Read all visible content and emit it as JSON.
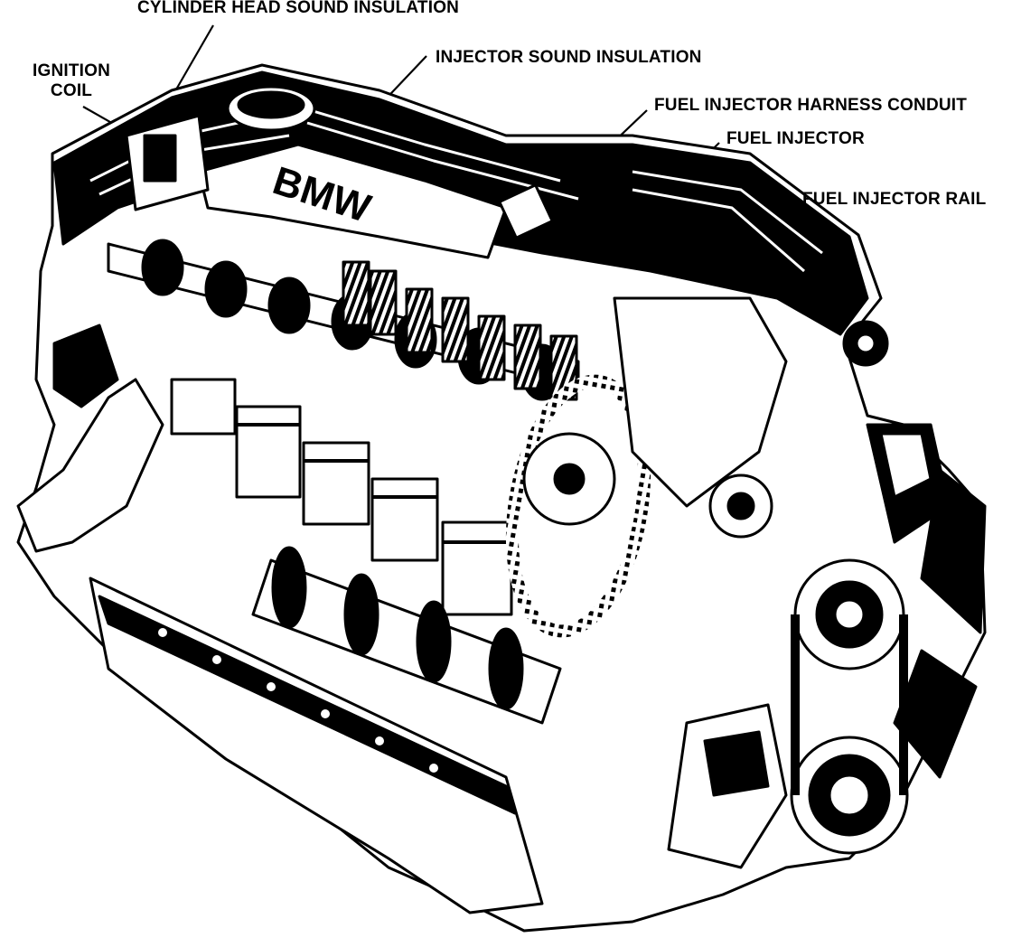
{
  "labels": {
    "cylinder_head_sound_insulation": "CYLINDER HEAD SOUND INSULATION",
    "ignition_coil_line1": "IGNITION",
    "ignition_coil_line2": "COIL",
    "injector_sound_insulation": "INJECTOR SOUND INSULATION",
    "fuel_injector_harness_conduit": "FUEL INJECTOR HARNESS CONDUIT",
    "fuel_injector": "FUEL INJECTOR",
    "fuel_injector_rail": "FUEL INJECTOR RAIL"
  },
  "engine_badge": "BMW",
  "colors": {
    "ink": "#000000",
    "paper": "#ffffff"
  }
}
